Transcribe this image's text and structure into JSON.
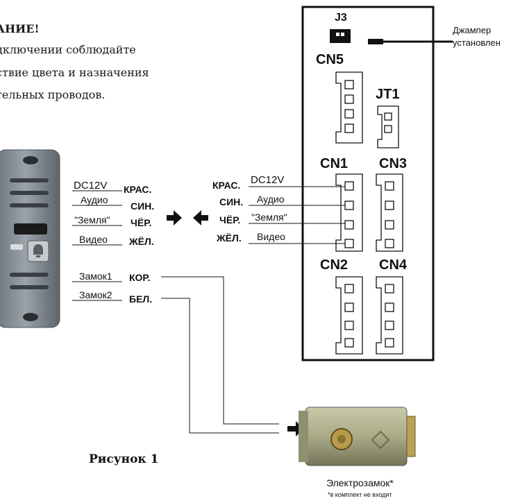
{
  "notice": {
    "title": "АНИЕ!",
    "lines": [
      "дключении соблюдайте",
      "ствие цвета и назначения",
      "тельных проводов."
    ]
  },
  "board": {
    "connectors": {
      "j3": "J3",
      "cn5": "CN5",
      "jt1": "JT1",
      "cn1": "CN1",
      "cn3": "CN3",
      "cn2": "CN2",
      "cn4": "CN4"
    },
    "jumper_note": [
      "Джампер",
      "установлен"
    ]
  },
  "panel_wires": {
    "signals": [
      "DC12V",
      "Аудио",
      "\"Земля\"",
      "Видео"
    ],
    "colors": [
      "КРАС.",
      "СИН.",
      "ЧЁР.",
      "ЖЁЛ."
    ],
    "lock_signals": [
      "Замок1",
      "Замок2"
    ],
    "lock_colors": [
      "КОР.",
      "БЕЛ."
    ]
  },
  "monitor_wires": {
    "colors": [
      "КРАС.",
      "СИН.",
      "ЧЁР.",
      "ЖЁЛ."
    ],
    "signals": [
      "DC12V",
      "Аудио",
      "\"Земля\"",
      "Видео"
    ]
  },
  "figure_caption": "Рисунок 1",
  "lock": {
    "caption": "Электрозамок*",
    "note": "*в комплект не входит"
  }
}
